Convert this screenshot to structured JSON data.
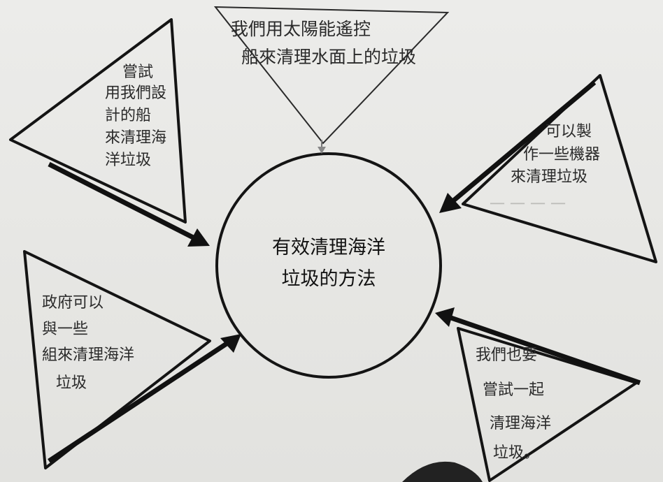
{
  "diagram": {
    "center_label": [
      "有效清理海洋",
      "垃圾的方法"
    ],
    "nodes": [
      {
        "id": "top",
        "lines": [
          "我們用太陽能遙控",
          "船來清理水面上的垃圾"
        ]
      },
      {
        "id": "upper-left",
        "lines": [
          "嘗試",
          "用我們設",
          "計的船",
          "來清理海",
          "洋垃圾"
        ]
      },
      {
        "id": "upper-right",
        "lines": [
          "可以製",
          "作一些機器",
          "來清理垃圾"
        ]
      },
      {
        "id": "lower-left",
        "lines": [
          "政府可以",
          "與一些",
          "組來清理海洋",
          "垃圾"
        ]
      },
      {
        "id": "lower-right",
        "lines": [
          "我們也要",
          "嘗試一起",
          "清理海洋",
          "垃圾。"
        ]
      }
    ]
  }
}
